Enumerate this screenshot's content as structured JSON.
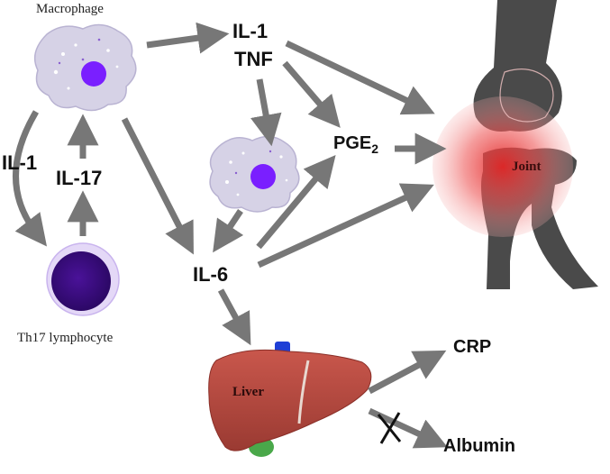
{
  "labels": {
    "macrophage": "Macrophage",
    "th17": "Th17 lymphocyte",
    "il1_left": "IL-1",
    "il17": "IL-17",
    "il1_top": "IL-1",
    "tnf": "TNF",
    "pge_main": "PGE",
    "pge_sub": "2",
    "il6": "IL-6",
    "joint": "Joint",
    "liver": "Liver",
    "crp": "CRP",
    "albumin": "Albumin"
  },
  "colors": {
    "arrow": "#777777",
    "cell_body": "#d6d2e6",
    "nucleus": "#7a1fff",
    "lymphocyte": "#3c0d8c",
    "bone": "#4a4a4a",
    "inflammation": "#e32626",
    "liver": "#b8473e",
    "gallbladder": "#4aa84a",
    "vessel": "#1f3fd6"
  }
}
